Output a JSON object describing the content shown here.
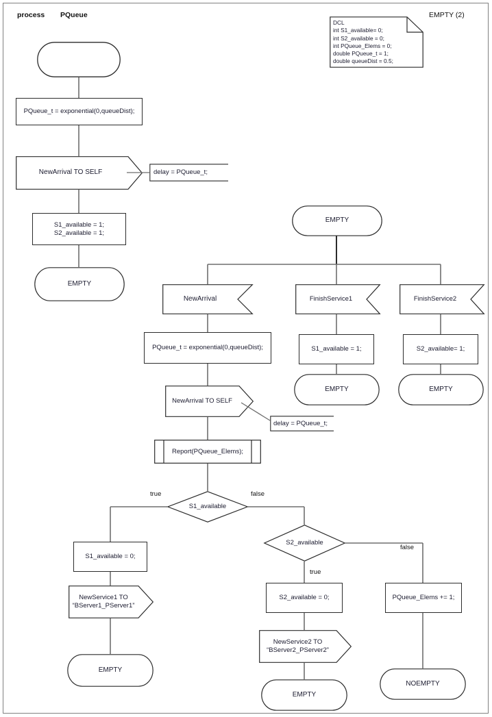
{
  "page": {
    "header_keyword": "process",
    "header_name": "PQueue",
    "header_right": "EMPTY (2)",
    "stroke": "#6e6e6e",
    "stroke_dark": "#2b2b2b",
    "text_color": "#1a1a2e"
  },
  "declaration": {
    "name": "dcl-note",
    "lines": [
      "DCL",
      "int S1_available= 0;",
      "int S2_available = 0;",
      "int PQueue_Elems = 0;",
      "double PQueue_t = 1;",
      "double queueDist = 0.5;"
    ]
  },
  "nodes": {
    "start": {
      "text": "",
      "shape": "start"
    },
    "task_init_t": {
      "text": "PQueue_t = exponential(0,queueDist);",
      "shape": "task"
    },
    "out_newarrival_self_1": {
      "text": "NewArrival TO SELF",
      "shape": "output"
    },
    "comment_delay_1": {
      "text": "delay = PQueue_t;",
      "shape": "comment"
    },
    "task_set_avail": {
      "text": "S1_available = 1;\nS2_available = 1;",
      "shape": "task"
    },
    "state_empty_left": {
      "text": "EMPTY",
      "shape": "state"
    },
    "state_empty_top": {
      "text": "EMPTY",
      "shape": "state"
    },
    "in_newarrival": {
      "text": "NewArrival",
      "shape": "input"
    },
    "in_finishservice1": {
      "text": "FinishService1",
      "shape": "input"
    },
    "in_finishservice2": {
      "text": "FinishService2",
      "shape": "input"
    },
    "task_t_again": {
      "text": "PQueue_t = exponential(0,queueDist);",
      "shape": "task"
    },
    "task_s1_one": {
      "text": "S1_available = 1;",
      "shape": "task"
    },
    "task_s2_one": {
      "text": "S2_available= 1;",
      "shape": "task"
    },
    "state_empty_fs1": {
      "text": "EMPTY",
      "shape": "state"
    },
    "state_empty_fs2": {
      "text": "EMPTY",
      "shape": "state"
    },
    "out_newarrival_self_2": {
      "text": "NewArrival TO SELF",
      "shape": "output"
    },
    "comment_delay_2": {
      "text": "delay = PQueue_t;",
      "shape": "comment"
    },
    "proc_report": {
      "text": "Report(PQueue_Elems);",
      "shape": "procedure"
    },
    "dec_s1": {
      "text": "S1_available",
      "shape": "decision"
    },
    "dec_s2": {
      "text": "S2_available",
      "shape": "decision"
    },
    "task_s1_zero": {
      "text": "S1_available = 0;",
      "shape": "task"
    },
    "out_newservice1": {
      "text": "NewService1 TO\n“BServer1_PServer1”",
      "shape": "output"
    },
    "state_empty_s1": {
      "text": "EMPTY",
      "shape": "state"
    },
    "task_s2_zero": {
      "text": "S2_available = 0;",
      "shape": "task"
    },
    "out_newservice2": {
      "text": "NewService2 TO\n“BServer2_PServer2”",
      "shape": "output"
    },
    "state_empty_s2": {
      "text": "EMPTY",
      "shape": "state"
    },
    "task_elems_inc": {
      "text": "PQueue_Elems += 1;",
      "shape": "task"
    },
    "state_noempty": {
      "text": "NOEMPTY",
      "shape": "state"
    }
  },
  "edge_labels": {
    "s1_true": "true",
    "s1_false": "false",
    "s2_true": "true",
    "s2_false": "false"
  }
}
